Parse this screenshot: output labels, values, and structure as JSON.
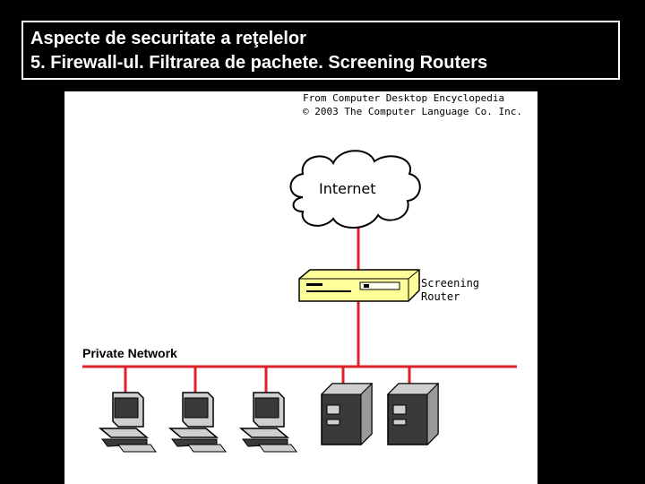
{
  "slide": {
    "title_line1": "Aspecte de securitate a reţelelor",
    "title_line2": "5. Firewall-ul. Filtrarea de pachete. Screening Routers"
  },
  "figure": {
    "credit_line1": "From Computer Desktop Encyclopedia",
    "credit_line2": "© 2003 The Computer Language Co. Inc.",
    "cloud_label": "Internet",
    "router_label_line1": "Screening",
    "router_label_line2": "Router",
    "network_label": "Private Network",
    "colors": {
      "link": "#e0202a",
      "router": "#ffff99",
      "device_dark": "#3a3a3a",
      "device_light": "#cfcfcf"
    },
    "workstation_icons": [
      "workstation-icon",
      "workstation-icon",
      "workstation-icon"
    ],
    "server_icons": [
      "server-icon",
      "server-icon"
    ]
  }
}
